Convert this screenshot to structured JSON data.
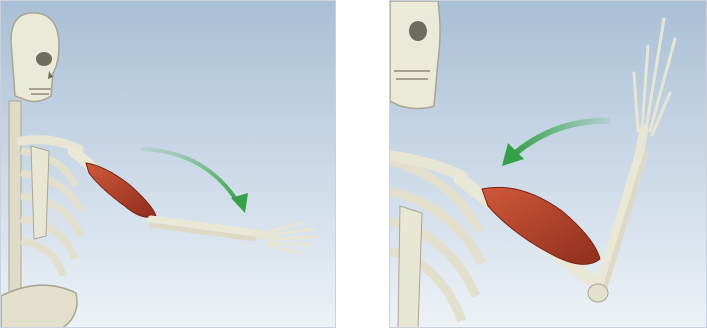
{
  "figure": {
    "panels": [
      {
        "id": "left",
        "movement": "arm-lowering",
        "muscle": "biceps-brachii",
        "arrow_direction": "downward-right",
        "colors": {
          "sky_top": "#a9bfd6",
          "sky_bottom": "#edf2f7",
          "bone": "#e9e7d6",
          "bone_shadow": "#b9b7a2",
          "muscle": "#b5442c",
          "arrow": "#3aa84a"
        }
      },
      {
        "id": "right",
        "movement": "arm-raising",
        "muscle": "biceps-brachii",
        "arrow_direction": "leftward",
        "colors": {
          "sky_top": "#a9bfd6",
          "sky_bottom": "#edf2f7",
          "bone": "#e9e7d6",
          "bone_shadow": "#b9b7a2",
          "muscle": "#b5442c",
          "arrow": "#3aa84a"
        }
      }
    ]
  }
}
